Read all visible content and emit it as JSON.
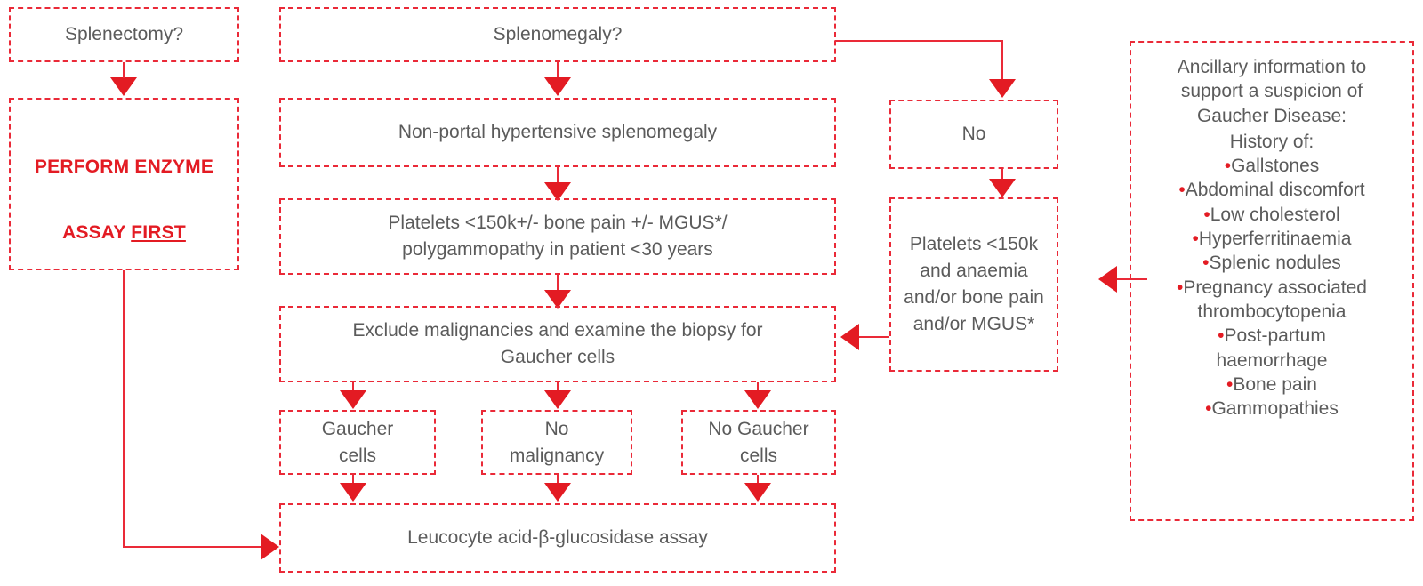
{
  "diagram": {
    "title": "Gaucher Disease diagnostic algorithm",
    "colors": {
      "border": "#ea2a38",
      "arrow": "#e31b23",
      "text": "#5b5b5b",
      "emphasis_text": "#e31b23",
      "background": "#ffffff"
    }
  },
  "left_column": {
    "splenectomy": "Splenectomy?",
    "perform_assay_line1": "PERFORM ENZYME",
    "perform_assay_line2_pre": "ASSAY ",
    "perform_assay_line2_underlined": "FIRST"
  },
  "center_column": {
    "splenomegaly": "Splenomegaly?",
    "non_portal": "Non-portal hypertensive splenomegaly",
    "platelets_criteria": "Platelets <150k+/- bone pain +/- MGUS*/\npolygammopathy in patient <30 years",
    "exclude_malignancies": "Exclude malignancies and examine the biopsy for\nGaucher cells",
    "outcomes": [
      "Gaucher\ncells",
      "No\nmalignancy",
      "No Gaucher\ncells"
    ],
    "final_assay": "Leucocyte acid-β-glucosidase assay"
  },
  "right_column": {
    "no": "No",
    "platelets_anaemia": "Platelets <150k\nand anaemia\nand/or bone pain\nand/or MGUS*"
  },
  "ancillary_panel": {
    "heading": "Ancillary information to\nsupport a suspicion of\nGaucher Disease:",
    "subheading": "History of:",
    "bullet_char": "•",
    "items": [
      "Gallstones",
      "Abdominal discomfort",
      "Low cholesterol",
      "Hyperferritinaemia",
      "Splenic nodules",
      "Pregnancy associated\nthrombocytopenia",
      "Post-partum\nhaemorrhage",
      "Bone pain",
      "Gammopathies"
    ]
  }
}
